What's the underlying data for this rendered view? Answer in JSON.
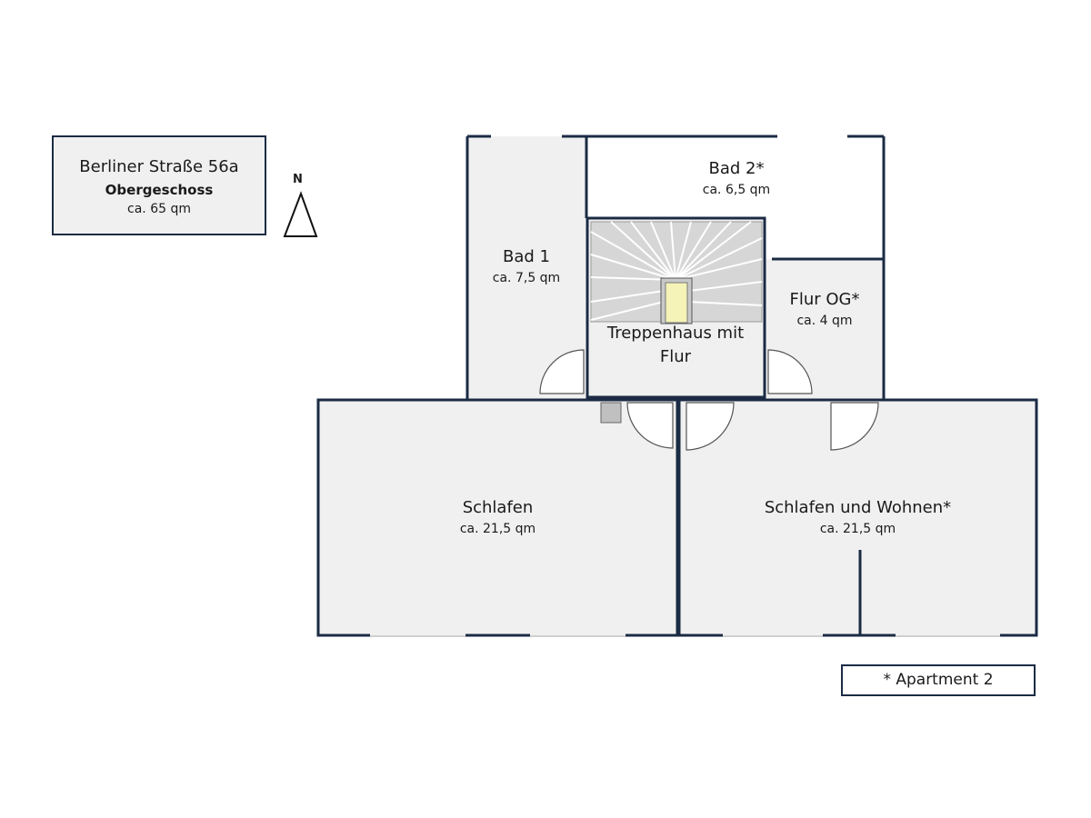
{
  "info": {
    "address": "Berliner Straße 56a",
    "floor": "Obergeschoss",
    "area": "ca. 65 qm"
  },
  "compass": {
    "label": "N"
  },
  "legend": {
    "text": "* Apartment 2"
  },
  "rooms": {
    "bad1": {
      "name": "Bad 1",
      "area": "ca. 7,5 qm"
    },
    "bad2": {
      "name": "Bad 2*",
      "area": "ca. 6,5 qm"
    },
    "flur_og": {
      "name": "Flur OG*",
      "area": "ca. 4 qm"
    },
    "treppenhaus": {
      "name_line1": "Treppenhaus mit",
      "name_line2": "Flur"
    },
    "schlafen": {
      "name": "Schlafen",
      "area": "ca. 21,5 qm"
    },
    "schlafen_wohnen": {
      "name": "Schlafen und Wohnen*",
      "area": "ca. 21,5 qm"
    }
  },
  "colors": {
    "wall": "#1b2b44",
    "floor": "#f0f0f0",
    "stairs": "#d6d6d6",
    "stairwell": "#f6f3b8"
  }
}
